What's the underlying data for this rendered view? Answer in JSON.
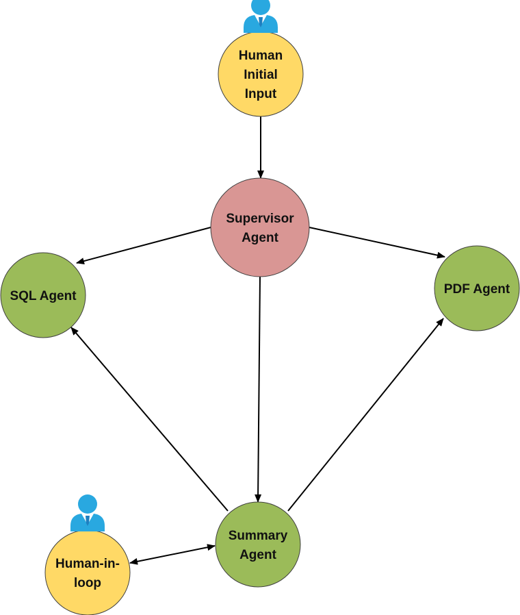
{
  "diagram": {
    "nodes": {
      "human_initial_input": {
        "label_lines": [
          "Human",
          "Initial",
          "Input"
        ],
        "fill": "#FFD966",
        "has_person_icon": true,
        "icon": "person-icon"
      },
      "supervisor_agent": {
        "label_lines": [
          "Supervisor",
          "Agent"
        ],
        "fill": "#D99694",
        "has_person_icon": false
      },
      "sql_agent": {
        "label_lines": [
          "SQL Agent"
        ],
        "fill": "#9BBB59",
        "has_person_icon": false
      },
      "pdf_agent": {
        "label_lines": [
          "PDF Agent"
        ],
        "fill": "#9BBB59",
        "has_person_icon": false
      },
      "summary_agent": {
        "label_lines": [
          "Summary",
          "Agent"
        ],
        "fill": "#9BBB59",
        "has_person_icon": false
      },
      "human_in_loop": {
        "label_lines": [
          "Human-in-",
          "loop"
        ],
        "fill": "#FFD966",
        "has_person_icon": true,
        "icon": "person-icon"
      }
    },
    "edges": [
      {
        "from": "human_initial_input",
        "to": "supervisor_agent",
        "direction": "forward"
      },
      {
        "from": "supervisor_agent",
        "to": "sql_agent",
        "direction": "forward"
      },
      {
        "from": "supervisor_agent",
        "to": "pdf_agent",
        "direction": "forward"
      },
      {
        "from": "supervisor_agent",
        "to": "summary_agent",
        "direction": "forward"
      },
      {
        "from": "summary_agent",
        "to": "sql_agent",
        "direction": "forward"
      },
      {
        "from": "summary_agent",
        "to": "pdf_agent",
        "direction": "forward"
      },
      {
        "from": "summary_agent",
        "to": "human_in_loop",
        "direction": "both"
      }
    ],
    "colors": {
      "edge": "#000000",
      "node_stroke": "#404040",
      "icon_body": "#29A8E0",
      "icon_collar": "#FFFFFF",
      "icon_tie": "#1F7FC0"
    }
  }
}
